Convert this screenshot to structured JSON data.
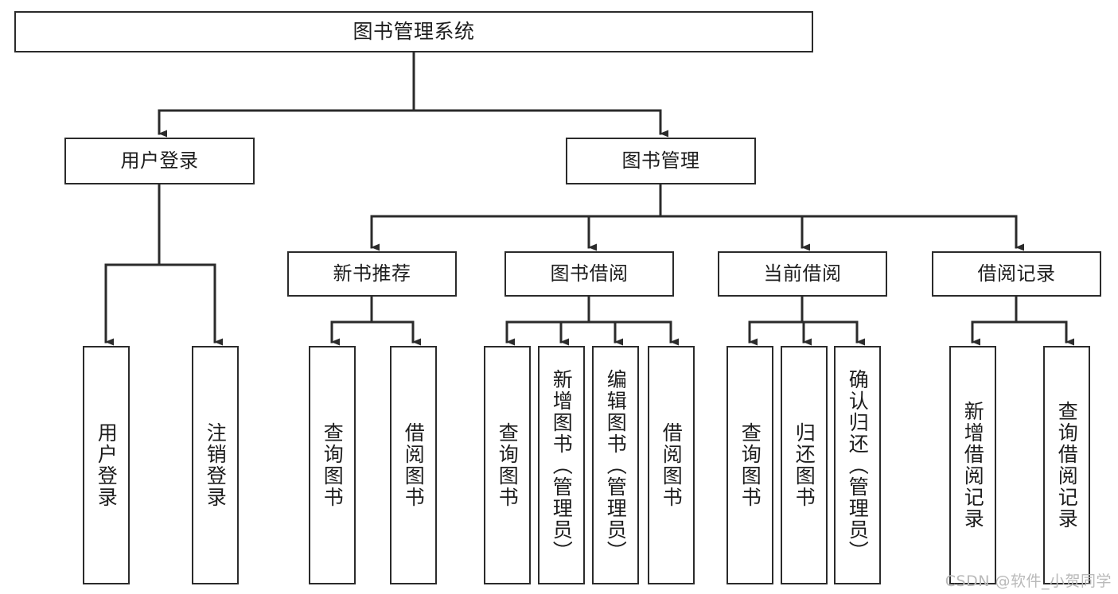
{
  "diagram": {
    "title": "图书管理系统",
    "watermark": "CSDN @软件_小贺同学",
    "colors": {
      "border": "#2b2b2b",
      "text": "#1d1d1d",
      "background": "#ffffff",
      "edge": "#2b2b2b",
      "watermark": "#b9b9b9"
    }
  },
  "nodes": {
    "root": {
      "label": "图书管理系统"
    },
    "level2": [
      {
        "id": "user-login",
        "label": "用户登录"
      },
      {
        "id": "book-manage",
        "label": "图书管理"
      }
    ],
    "level3": [
      {
        "id": "new-book-recommend",
        "label": "新书推荐"
      },
      {
        "id": "book-borrow",
        "label": "图书借阅"
      },
      {
        "id": "current-borrow",
        "label": "当前借阅"
      },
      {
        "id": "borrow-record",
        "label": "借阅记录"
      }
    ],
    "leaves": [
      {
        "id": "leaf-user-login",
        "label": "用户登录",
        "parent": "user-login"
      },
      {
        "id": "leaf-user-logout",
        "label": "注销登录",
        "parent": "user-login"
      },
      {
        "id": "leaf-query-book-1",
        "label": "查询图书",
        "parent": "new-book-recommend"
      },
      {
        "id": "leaf-borrow-book-1",
        "label": "借阅图书",
        "parent": "new-book-recommend"
      },
      {
        "id": "leaf-query-book-2",
        "label": "查询图书",
        "parent": "book-borrow"
      },
      {
        "id": "leaf-add-book",
        "label": "新增图书（管理员）",
        "parent": "book-borrow"
      },
      {
        "id": "leaf-edit-book",
        "label": "编辑图书（管理员）",
        "parent": "book-borrow"
      },
      {
        "id": "leaf-borrow-book-2",
        "label": "借阅图书",
        "parent": "book-borrow"
      },
      {
        "id": "leaf-query-book-3",
        "label": "查询图书",
        "parent": "current-borrow"
      },
      {
        "id": "leaf-return-book",
        "label": "归还图书",
        "parent": "current-borrow"
      },
      {
        "id": "leaf-confirm-return",
        "label": "确认归还（管理员）",
        "parent": "current-borrow"
      },
      {
        "id": "leaf-add-record",
        "label": "新增借阅记录",
        "parent": "borrow-record"
      },
      {
        "id": "leaf-query-record",
        "label": "查询借阅记录",
        "parent": "borrow-record"
      }
    ]
  }
}
